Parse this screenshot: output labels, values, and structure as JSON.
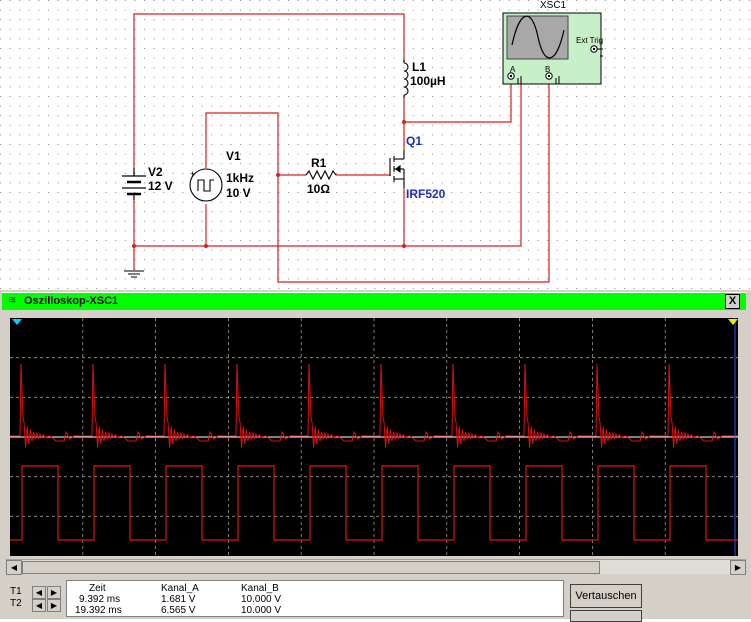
{
  "schematic": {
    "xsc1_name": "XSC1",
    "ext_trig_label": "Ext Trig",
    "channel_a_terminal": "A",
    "channel_b_terminal": "B",
    "l1_name": "L1",
    "l1_value": "100µH",
    "q1_name": "Q1",
    "q1_model": "IRF520",
    "r1_name": "R1",
    "r1_value": "10Ω",
    "v1_name": "V1",
    "v1_freq": "1kHz",
    "v1_amp": "10 V",
    "v2_name": "V2",
    "v2_value": "12 V",
    "wire_color": "#d62020"
  },
  "oscilloscope": {
    "title": "Oszilloskop-XSC1",
    "close_label": "X",
    "trace_color": "#e01010",
    "screen_bg": "#000000"
  },
  "readout": {
    "headers": [
      "Zeit",
      "Kanal_A",
      "Kanal_B"
    ],
    "rows": [
      {
        "label": "T1",
        "time": "9.392 ms",
        "ch_a": "1.681 V",
        "ch_b": "10.000 V"
      },
      {
        "label": "T2",
        "time": "19.392 ms",
        "ch_a": "6.565 V",
        "ch_b": "10.000 V"
      }
    ],
    "swap_label": "Vertauschen"
  }
}
